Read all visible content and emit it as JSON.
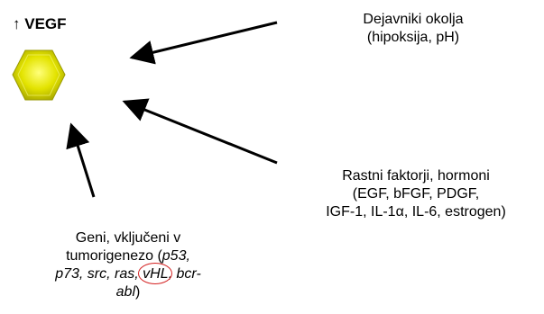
{
  "title": {
    "arrow": "↑",
    "label": "VEGF"
  },
  "sources": {
    "environment": {
      "line1": "Dejavniki okolja",
      "line2": "(hipoksija, pH)"
    },
    "growth_factors": {
      "line1": "Rastni faktorji, hormoni",
      "line2": "(EGF, bFGF, PDGF,",
      "line3_a": "IGF-1, IL-1",
      "line3_alpha": "α",
      "line3_b": ", IL-6, estrogen)"
    },
    "genes": {
      "line1": "Geni, vključeni v",
      "line2_text": "tumorigenezo (",
      "line2_gene": "p53,",
      "line3_genes": "p73, src, ras,",
      "line3_highlight": "vHL",
      "line3_after": ", bcr-",
      "line4_gene": "abl",
      "line4_close": ")"
    }
  },
  "colors": {
    "hexagon_fill_light": "#f6f64a",
    "hexagon_fill": "#e3e300",
    "hexagon_fill_dark": "#9a9a00",
    "arrows": "#000000",
    "highlight_ring": "#d42020"
  }
}
